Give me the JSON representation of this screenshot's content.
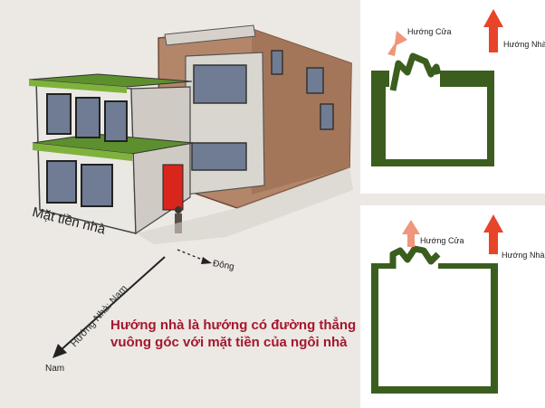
{
  "illustration": {
    "facade_label": "Mặt tiền nhà",
    "east_label": "Đông",
    "south_label": "Nam",
    "house_direction_label": "Hướng Nhà: Nam",
    "caption": "Hướng nhà là hướng có đường thẳng vuông góc với mặt tiền của ngôi nhà"
  },
  "panels": [
    {
      "door_direction_label": "Hướng Cửa",
      "house_direction_label": "Hướng Nhà"
    },
    {
      "door_direction_label": "Hướng Cửa",
      "house_direction_label": "Hướng Nhà"
    }
  ],
  "colors": {
    "wall_green": "#3b5e1e",
    "house_arrow": "#e8442a",
    "door_arrow": "#f0967a",
    "caption_text": "#a3172e",
    "door_red": "#d9261c"
  }
}
